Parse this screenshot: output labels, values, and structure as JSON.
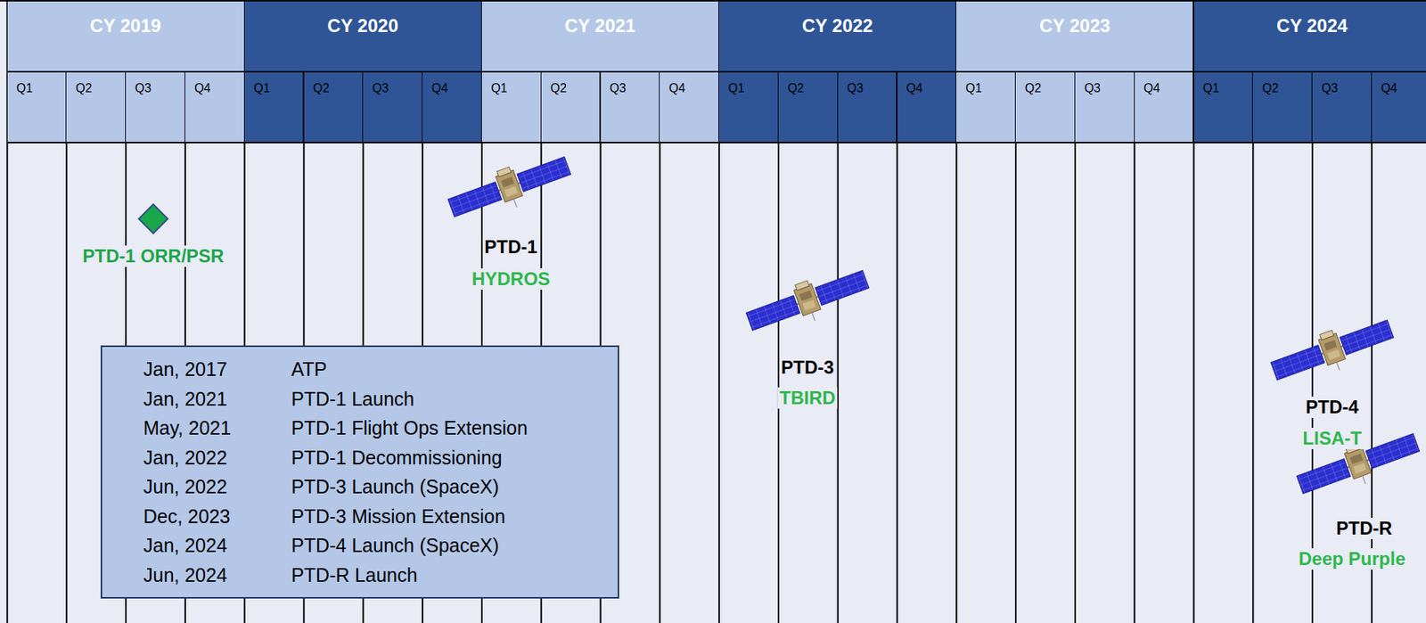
{
  "diagram": {
    "nodes": [
      {
        "text": [
          "CY 2019"
        ]
      },
      {
        "text": [
          "CY 2020"
        ]
      },
      {
        "text": [
          "CY 2021"
        ]
      },
      {
        "text": [
          "CY 2022"
        ]
      },
      {
        "text": [
          "CY 2023"
        ]
      },
      {
        "text": [
          "CY 2024"
        ]
      },
      {
        "text": [
          "Q1"
        ]
      },
      {
        "text": [
          "Q2"
        ]
      },
      {
        "text": [
          "Q3"
        ]
      },
      {
        "text": [
          "Q4"
        ]
      },
      {
        "text": [
          "Q1"
        ]
      },
      {
        "text": [
          "Q2"
        ]
      },
      {
        "text": [
          "Q3"
        ]
      },
      {
        "text": [
          "Q4"
        ]
      },
      {
        "text": [
          "Q1"
        ]
      },
      {
        "text": [
          "Q2"
        ]
      },
      {
        "text": [
          "Q3"
        ]
      },
      {
        "text": [
          "Q4"
        ]
      },
      {
        "text": [
          "Q1"
        ]
      },
      {
        "text": [
          "Q2"
        ]
      },
      {
        "text": [
          "Q3"
        ]
      },
      {
        "text": [
          "Q4"
        ]
      },
      {
        "text": [
          "Q1"
        ]
      },
      {
        "text": [
          "Q2"
        ]
      },
      {
        "text": [
          "Q3"
        ]
      },
      {
        "text": [
          "Q4"
        ]
      },
      {
        "text": [
          "Q1"
        ]
      },
      {
        "text": [
          "Q2"
        ]
      },
      {
        "text": [
          "Q3"
        ]
      },
      {
        "text": [
          "Q4"
        ]
      },
      {
        "text": [
          "PTD-1 ORR/PSR"
        ]
      },
      {
        "text": [
          "Jan, 2017",
          "ATP",
          "Jan, 2021",
          "PTD-1 Launch",
          "May, 2021",
          "PTD-1 Flight Ops Extension",
          "Jan, 2022",
          "PTD-1 Decommissioning",
          "Jun, 2022",
          "PTD-3 Launch (SpaceX)",
          "Dec, 2023",
          "PTD-3 Mission Extension",
          "Jan, 2024",
          "PTD-4 Launch (SpaceX)",
          "Jun, 2024",
          "PTD-R Launch"
        ]
      }
    ],
    "labels": [
      "PTD-1",
      "HYDROS",
      "PTD-3",
      "TBIRD",
      "PTD-4",
      "LISA-T",
      "PTD-R",
      "Deep Purple"
    ]
  }
}
